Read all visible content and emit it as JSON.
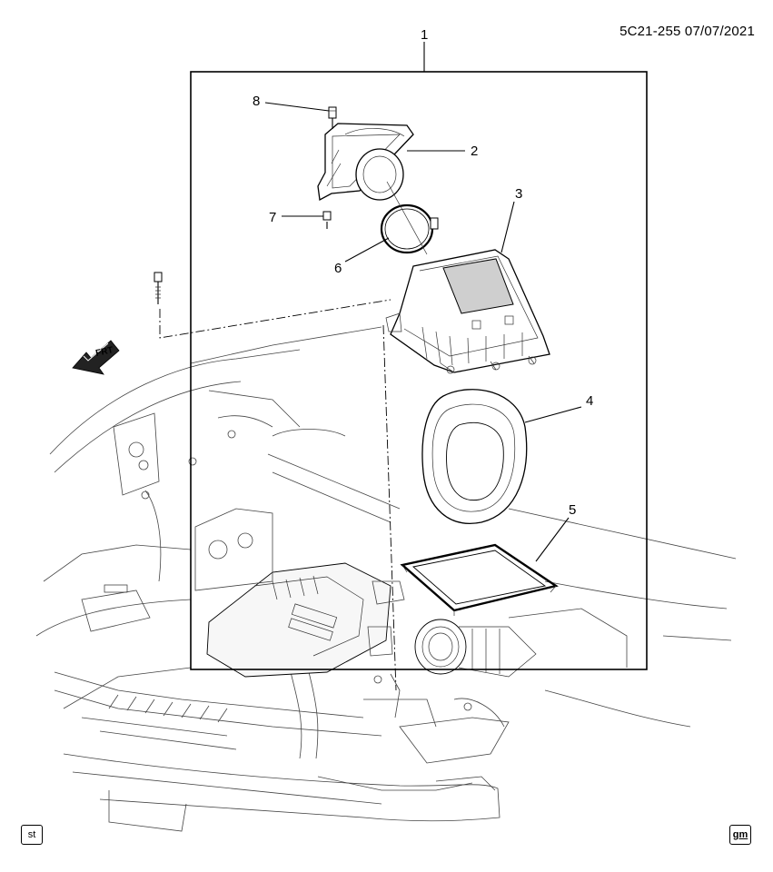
{
  "header": {
    "diagram_code": "5C21-255 07/07/2021"
  },
  "callouts": [
    {
      "id": "1",
      "label": "1"
    },
    {
      "id": "2",
      "label": "2"
    },
    {
      "id": "3",
      "label": "3"
    },
    {
      "id": "4",
      "label": "4"
    },
    {
      "id": "5",
      "label": "5"
    },
    {
      "id": "6",
      "label": "6"
    },
    {
      "id": "7",
      "label": "7"
    },
    {
      "id": "8",
      "label": "8"
    }
  ],
  "direction_marker": {
    "label": "FRT"
  },
  "badges": {
    "left": "st",
    "right": "gm"
  }
}
